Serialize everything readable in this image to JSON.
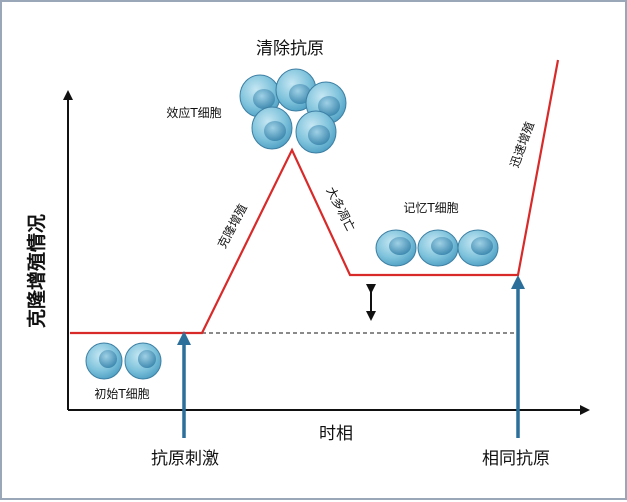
{
  "diagram": {
    "y_axis_label": "克隆增殖情况",
    "x_axis_label": "时相",
    "peak_label": "清除抗原",
    "effector_label": "效应T细胞",
    "naive_label": "初始T细胞",
    "memory_label": "记忆T细胞",
    "expansion_label": "克隆增殖",
    "contraction_label": "大多凋亡",
    "rapid_label": "迅速增殖",
    "antigen_stimulation_label": "抗原刺激",
    "same_antigen_label": "相同抗原",
    "colors": {
      "curve": "#d92a2a",
      "arrow": "#2c6f9a",
      "axis": "#111111",
      "cell": "#6fb9d6",
      "cell_nucleus": "#3d8fb8"
    }
  }
}
